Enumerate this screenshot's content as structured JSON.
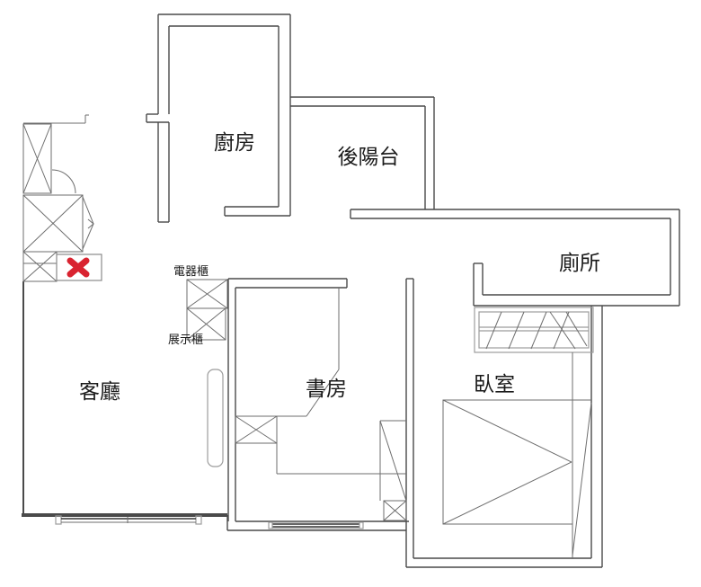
{
  "plan": {
    "rooms": {
      "kitchen": "廚房",
      "back_balcony": "後陽台",
      "toilet": "廁所",
      "living_room": "客廳",
      "study": "書房",
      "bedroom": "臥室"
    },
    "cabinets": {
      "electrical_cabinet": "電器櫃",
      "display_cabinet": "展示櫃"
    }
  },
  "colors": {
    "wall": "#4a4a4a",
    "furniture": "#6e6e6e",
    "light": "#9c9c9c",
    "text": "#1a1a1a",
    "accent": "#d92330",
    "bg": "#ffffff"
  }
}
